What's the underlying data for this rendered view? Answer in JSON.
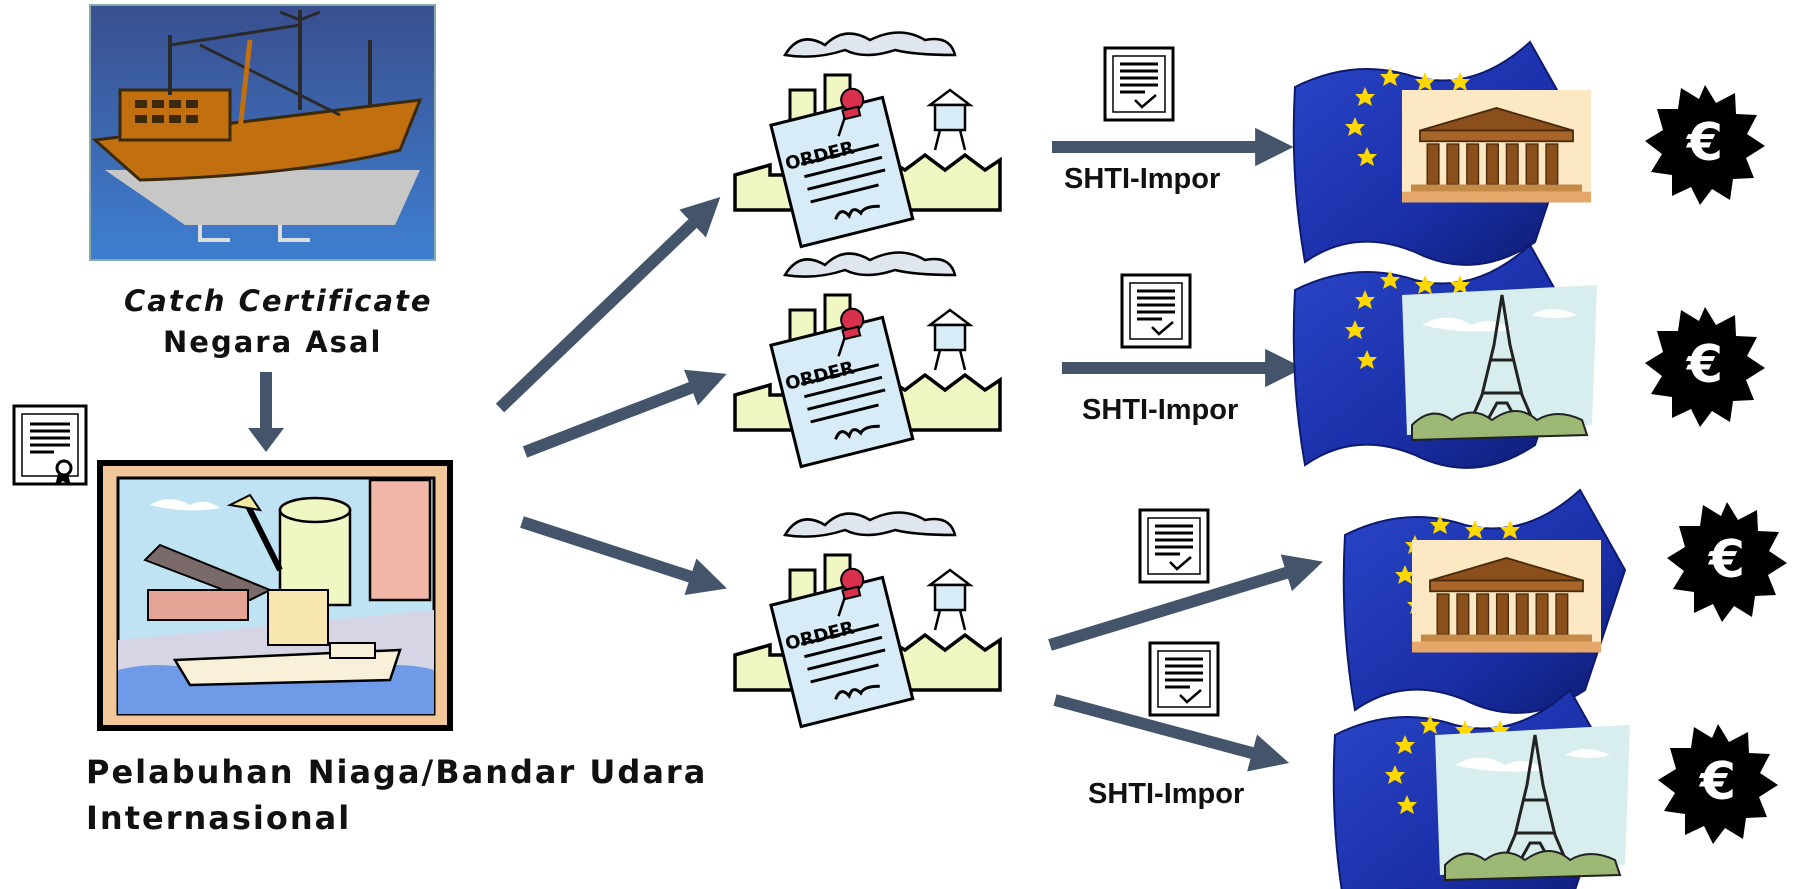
{
  "origin": {
    "caption_italic": "Catch Certificate",
    "caption_plain": "Negara Asal"
  },
  "port": {
    "caption_line1": "Pelabuhan Niaga/Bandar Udara",
    "caption_line2": "Internasional"
  },
  "processors": [
    {
      "order_label": "ORDER"
    },
    {
      "order_label": "ORDER"
    },
    {
      "order_label": "ORDER"
    }
  ],
  "imports": [
    {
      "label": "SHTI-Impor",
      "landmark": "parthenon"
    },
    {
      "label": "SHTI-Impor",
      "landmark": "eiffel-tower"
    },
    {
      "label": "",
      "landmark": "parthenon"
    },
    {
      "label": "SHTI-Impor",
      "landmark": "eiffel-tower"
    }
  ],
  "currency_symbol": "€",
  "colors": {
    "arrow": "#44546a",
    "eu_blue": "#1a2fa8",
    "eu_star": "#ffd800",
    "factory_fill": "#f1f7c3",
    "order_paper": "#d7ecf6",
    "pin": "#d9304e"
  }
}
